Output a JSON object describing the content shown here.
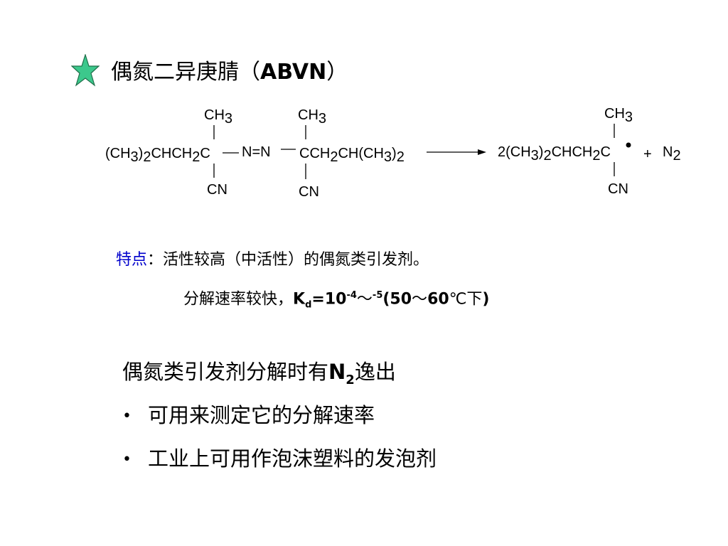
{
  "title": {
    "chinese": "偶氮二异庚腈（",
    "abbrev": "ABVN",
    "close": "）",
    "star_color": "#3cc88c"
  },
  "scheme": {
    "left_ch3_1": "CH",
    "left_ch3_1_sub": "3",
    "left_ch3_2": "CH",
    "left_ch3_2_sub": "3",
    "left_main_1": "(CH",
    "left_main_1_sub": "3",
    "left_main_2": ")",
    "left_main_2_sub": "2",
    "left_main_3": "CHCH",
    "left_main_3_sub": "2",
    "left_main_4": "C",
    "azo": "N=N",
    "right_part_1": "CCH",
    "right_part_1_sub": "2",
    "right_part_2": "CH(CH",
    "right_part_2_sub": "3",
    "right_part_3": ")",
    "right_part_3_sub": "2",
    "left_cn_1": "CN",
    "left_cn_2": "CN",
    "prod_ch3": "CH",
    "prod_ch3_sub": "3",
    "prod_main_1": "2(CH",
    "prod_main_1_sub": "3",
    "prod_main_2": ")",
    "prod_main_2_sub": "2",
    "prod_main_3": "CHCH",
    "prod_main_3_sub": "2",
    "prod_main_4": "C",
    "plus": "+",
    "n2": "N",
    "n2_sub": "2",
    "prod_cn": "CN"
  },
  "features": {
    "label": "特点",
    "line1_rest": "：活性较高（中活性）的偶氮类引发剂。",
    "line2_pre": "分解速率较快，",
    "k": "K",
    "k_sub": "d",
    "eq": "=10",
    "exp1": "-4",
    "tilde": "～",
    "exp2": "-5",
    "temp_open": "(50",
    "temp_tilde": "～",
    "temp_60": "60",
    "temp_unit": "℃下",
    "temp_close": ")"
  },
  "intro": {
    "pre": "偶氮类引发剂分解时有",
    "n": "N",
    "n_sub": "2",
    "post": "逸出"
  },
  "bullets": [
    {
      "dot": "•",
      "text": "可用来测定它的分解速率"
    },
    {
      "dot": "•",
      "text": "工业上可用作泡沫塑料的发泡剂"
    }
  ]
}
